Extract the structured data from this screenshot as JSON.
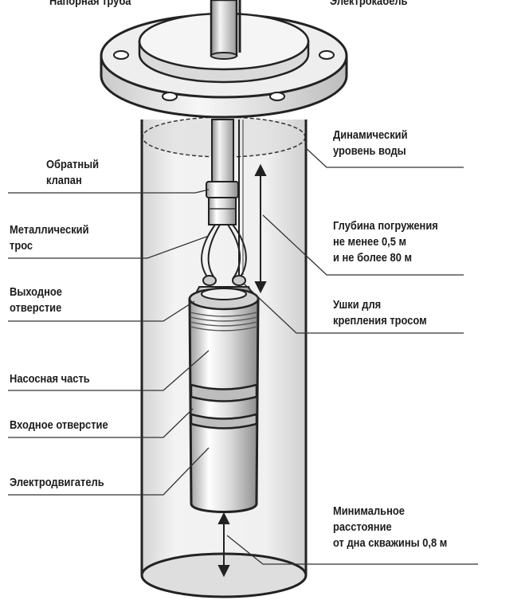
{
  "labels": {
    "top_left_cut": "Напорная труба",
    "top_right_cut": "Электрокабель",
    "check_valve": "Обратный\nклапан",
    "metal_cable": "Металлический\nтрос",
    "outlet": "Выходное\nотверстие",
    "pump_section": "Насосная часть",
    "inlet": "Входное отверстие",
    "motor": "Электродвигатель",
    "dynamic_level": "Динамический\nуровень воды",
    "immersion_depth": "Глубина погружения\nне менее 0,5 м\nи не более 80 м",
    "eyelets": "Ушки для\nкрепления тросом",
    "min_distance": "Минимальное\nрасстояние\nот дна скважины 0,8 м"
  },
  "colors": {
    "line": "#222222",
    "well_fill": "#e2e2e2",
    "well_inner": "#efefef",
    "metal_light": "#ffffff",
    "metal_mid": "#cfcfcf",
    "metal_dark": "#8e8e8e"
  }
}
